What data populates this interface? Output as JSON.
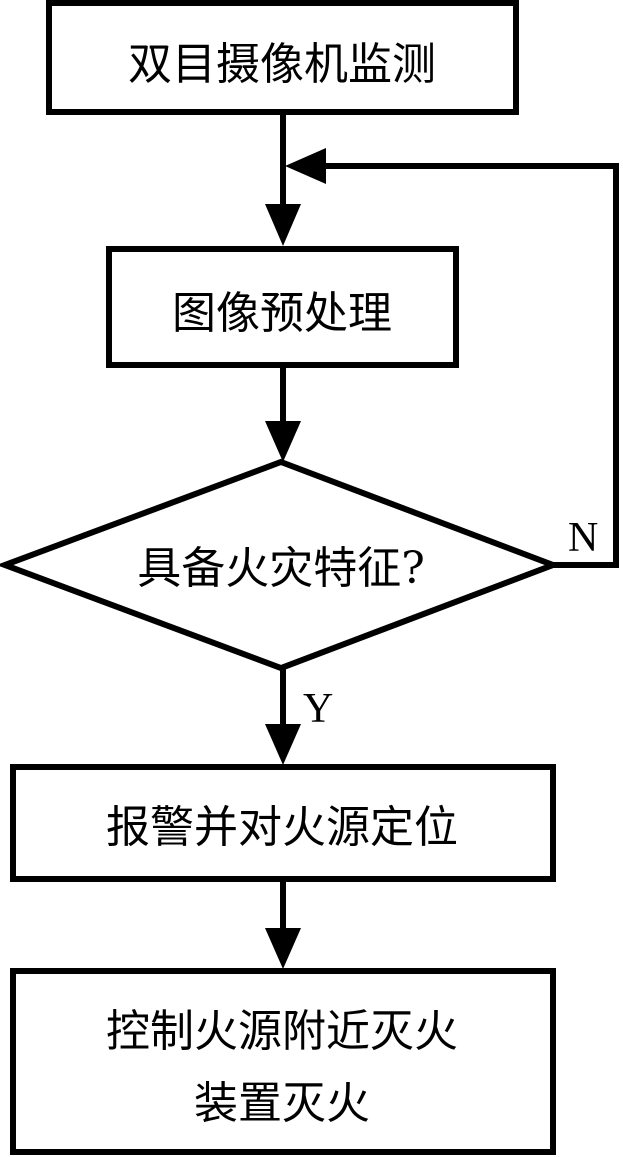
{
  "flowchart": {
    "nodes": {
      "monitor": {
        "label": "双目摄像机监测"
      },
      "preprocess": {
        "label": "图像预处理"
      },
      "decision": {
        "label": "具备火灾特征?"
      },
      "alarm": {
        "label": "报警并对火源定位"
      },
      "extinguish": {
        "line1": "控制火源附近灭火",
        "line2": "装置灭火"
      }
    },
    "branches": {
      "yes_label": "Y",
      "no_label": "N"
    }
  }
}
